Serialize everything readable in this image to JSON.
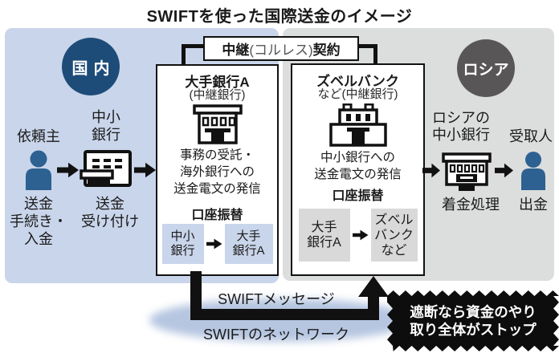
{
  "title": "SWIFTを使った国際送金のイメージ",
  "colors": {
    "panel_domestic": "#c9d5ea",
    "panel_russia": "#dcdddd",
    "badge_domestic_bg": "#1e4c78",
    "badge_russia_bg": "#585656",
    "person_icon": "#2d6192",
    "network_glow": "#b6c6e1",
    "warning_bg": "#0d0d0d",
    "arrow": "#111111"
  },
  "icons": {
    "client": "person-icon",
    "small_bank": "atm-icon",
    "major_bank": "bank-building-icon",
    "sberbank": "bank-building-icon",
    "russian_bank": "bank-building-icon",
    "recipient": "person-icon"
  },
  "domestic": {
    "badge": "国内",
    "client": {
      "label": "依頼主",
      "action": "送金\n手続き・\n入金"
    },
    "small_bank": {
      "label": "中小\n銀行",
      "action": "送金\n受け付け"
    }
  },
  "contract": {
    "part1": "中継",
    "part2": "(コルレス)",
    "part3": "契約"
  },
  "major_bank": {
    "name": "大手銀行A",
    "role": "(中継銀行)",
    "description": "事務の受託・\n海外銀行への\n送金電文の発信",
    "transfer": {
      "title": "口座振替",
      "from": "中小\n銀行",
      "to": "大手\n銀行A"
    }
  },
  "sberbank": {
    "name": "ズベルバンク",
    "role": "など(中継銀行)",
    "description": "中小銀行への\n送金電文の発信",
    "transfer": {
      "title": "口座振替",
      "from": "大手\n銀行A",
      "to": "ズベル\nバンク\nなど"
    }
  },
  "russia": {
    "badge": "ロシア",
    "bank": {
      "label": "ロシアの\n中小銀行",
      "action": "着金処理"
    },
    "recipient": {
      "label": "受取人",
      "action": "出金"
    }
  },
  "swift": {
    "message_label": "SWIFTメッセージ",
    "network_label": "SWIFTのネットワーク"
  },
  "warning": "遮断なら資金のやり\n取り全体がストップ"
}
